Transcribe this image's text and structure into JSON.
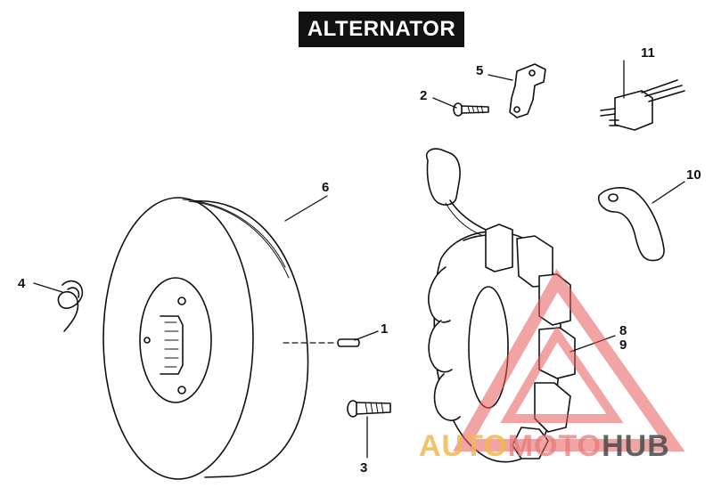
{
  "title": "ALTERNATOR",
  "callouts": {
    "c1": "1",
    "c2": "2",
    "c3": "3",
    "c4": "4",
    "c5": "5",
    "c6": "6",
    "c8": "8",
    "c9": "9",
    "c10": "10",
    "c11": "11"
  },
  "watermark": {
    "part1": "AUTO",
    "part2": "MOTO",
    "part3": "HUB",
    "color": "#e85a5a"
  }
}
